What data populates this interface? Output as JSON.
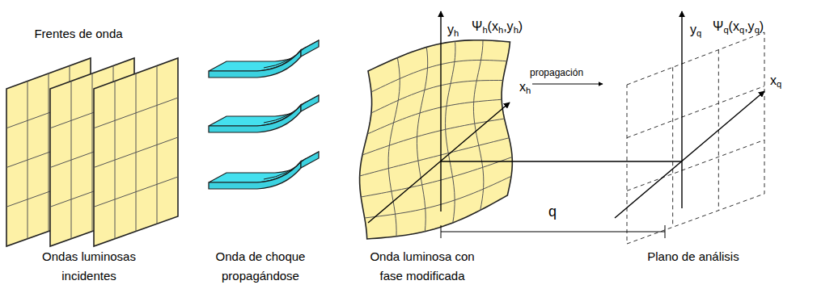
{
  "diagram": {
    "labels": [
      "Frentes de onda",
      "yh",
      "Ψh(xh,yh)",
      "yq",
      "Ψq(xq,yq)",
      "propagación",
      "xh",
      "xq",
      "q",
      "Ondas luminosas incidentes",
      "Onda de choque propagándose",
      "Onda luminosa con fase modificada",
      "Plano de análisis"
    ]
  }
}
